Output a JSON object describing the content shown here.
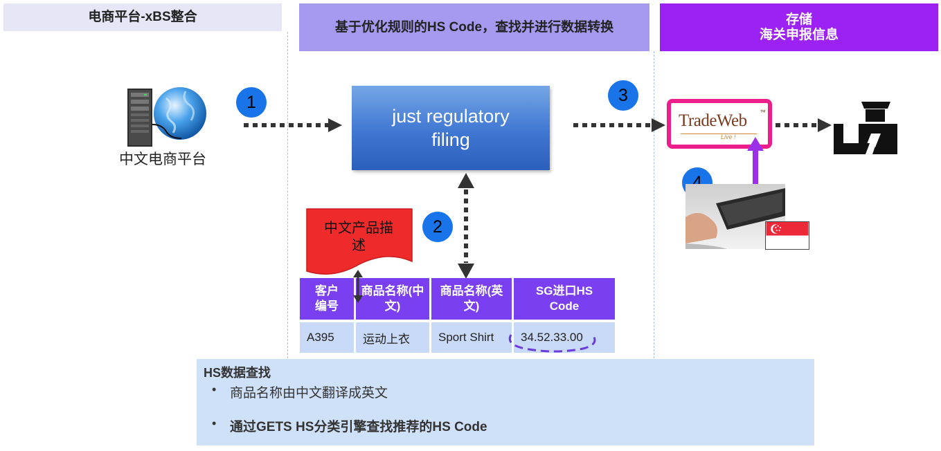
{
  "headers": {
    "left": "电商平台-xBS整合",
    "middle": "基于优化规则的HS Code，查找并进行数据转换",
    "right_line1": "存储",
    "right_line2": "海关申报信息"
  },
  "steps": [
    "1",
    "2",
    "3",
    "4"
  ],
  "platform_label": "中文电商平台",
  "jrf_line1": "just regulatory",
  "jrf_line2": "filing",
  "note_label": "中文产品描述",
  "table": {
    "headers": [
      "客户编号",
      "商品名称(中文)",
      "商品名称(英文)",
      "SG进口HS Code"
    ],
    "row": [
      "A395",
      "运动上衣",
      "Sport Shirt",
      "34.52.33.00"
    ]
  },
  "tradeweb": {
    "name": "TradeWeb",
    "tm": "™",
    "tagline": "Live !"
  },
  "info": {
    "title": "HS数据查找",
    "bullet1": "商品名称由中文翻译成英文",
    "bullet2": "通过GETS HS分类引擎查找推荐的HS Code"
  },
  "colors": {
    "header_left_bg": "#e6e6f6",
    "header_mid_bg": "#a69af0",
    "header_right_bg": "#9b22f2",
    "badge": "#1874e8",
    "table_header": "#7b3ff2",
    "table_cell": "#c9daf8",
    "note": "#ee2a2a",
    "tradeweb_border": "#ec1e8c",
    "purple_arrow": "#9b30e8"
  }
}
